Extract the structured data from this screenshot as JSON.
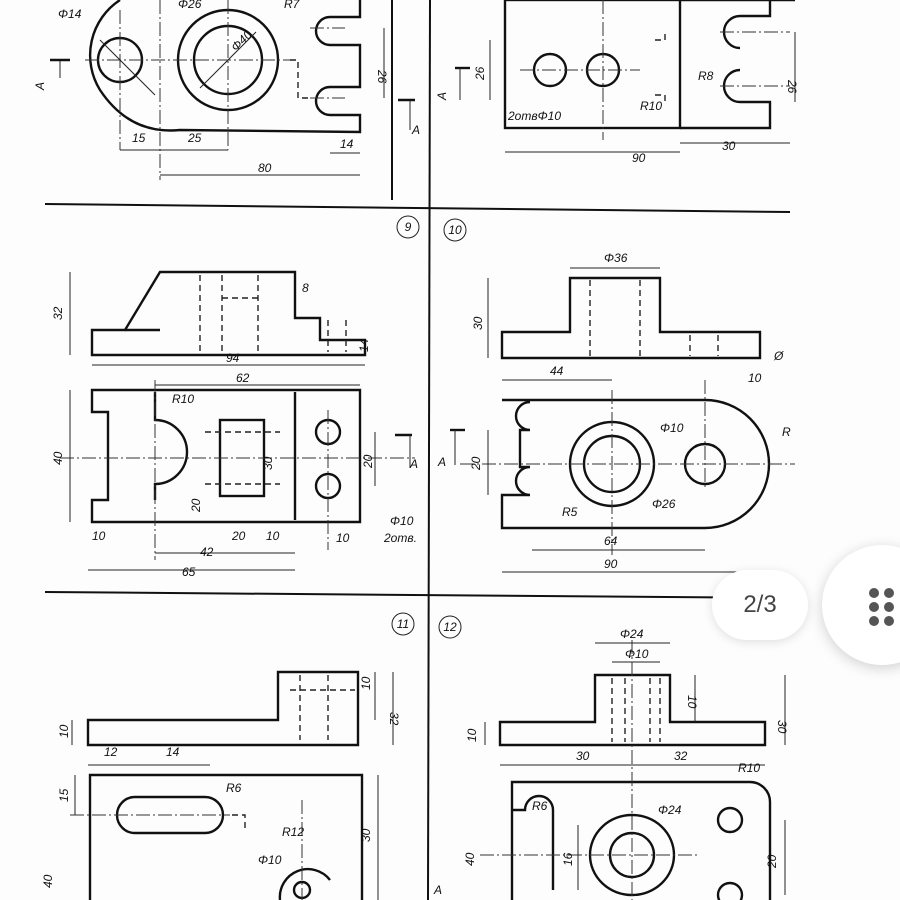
{
  "viewer": {
    "page_indicator": "2/3",
    "menu_icon": "grid-dots-icon"
  },
  "drawings": {
    "panel_numbers": [
      "9",
      "10",
      "11",
      "12"
    ],
    "panel8_labels": [
      "Φ14",
      "Φ26",
      "Φ40",
      "R7",
      "26",
      "15",
      "25",
      "14",
      "80",
      "A",
      "A"
    ],
    "panel_top_right_labels": [
      "26",
      "2отвΦ10",
      "R10",
      "R8",
      "26",
      "90",
      "30",
      "A"
    ],
    "panel9_labels": [
      "32",
      "8",
      "14",
      "94",
      "62",
      "R10",
      "40",
      "30",
      "20",
      "20",
      "A",
      "Φ10",
      "2отв.",
      "10",
      "20",
      "10",
      "10",
      "42",
      "65"
    ],
    "panel10_labels": [
      "Φ36",
      "30",
      "44",
      "Ø",
      "10",
      "Φ10",
      "R",
      "20",
      "A",
      "R5",
      "Φ26",
      "64",
      "90"
    ],
    "panel11_labels": [
      "10",
      "32",
      "10",
      "12",
      "14",
      "15",
      "R6",
      "R12",
      "30",
      "Φ10",
      "40"
    ],
    "panel12_labels": [
      "Φ24",
      "Φ10",
      "10",
      "30",
      "10",
      "30",
      "32",
      "R10",
      "R6",
      "Φ24",
      "40",
      "16",
      "20",
      "A"
    ]
  }
}
